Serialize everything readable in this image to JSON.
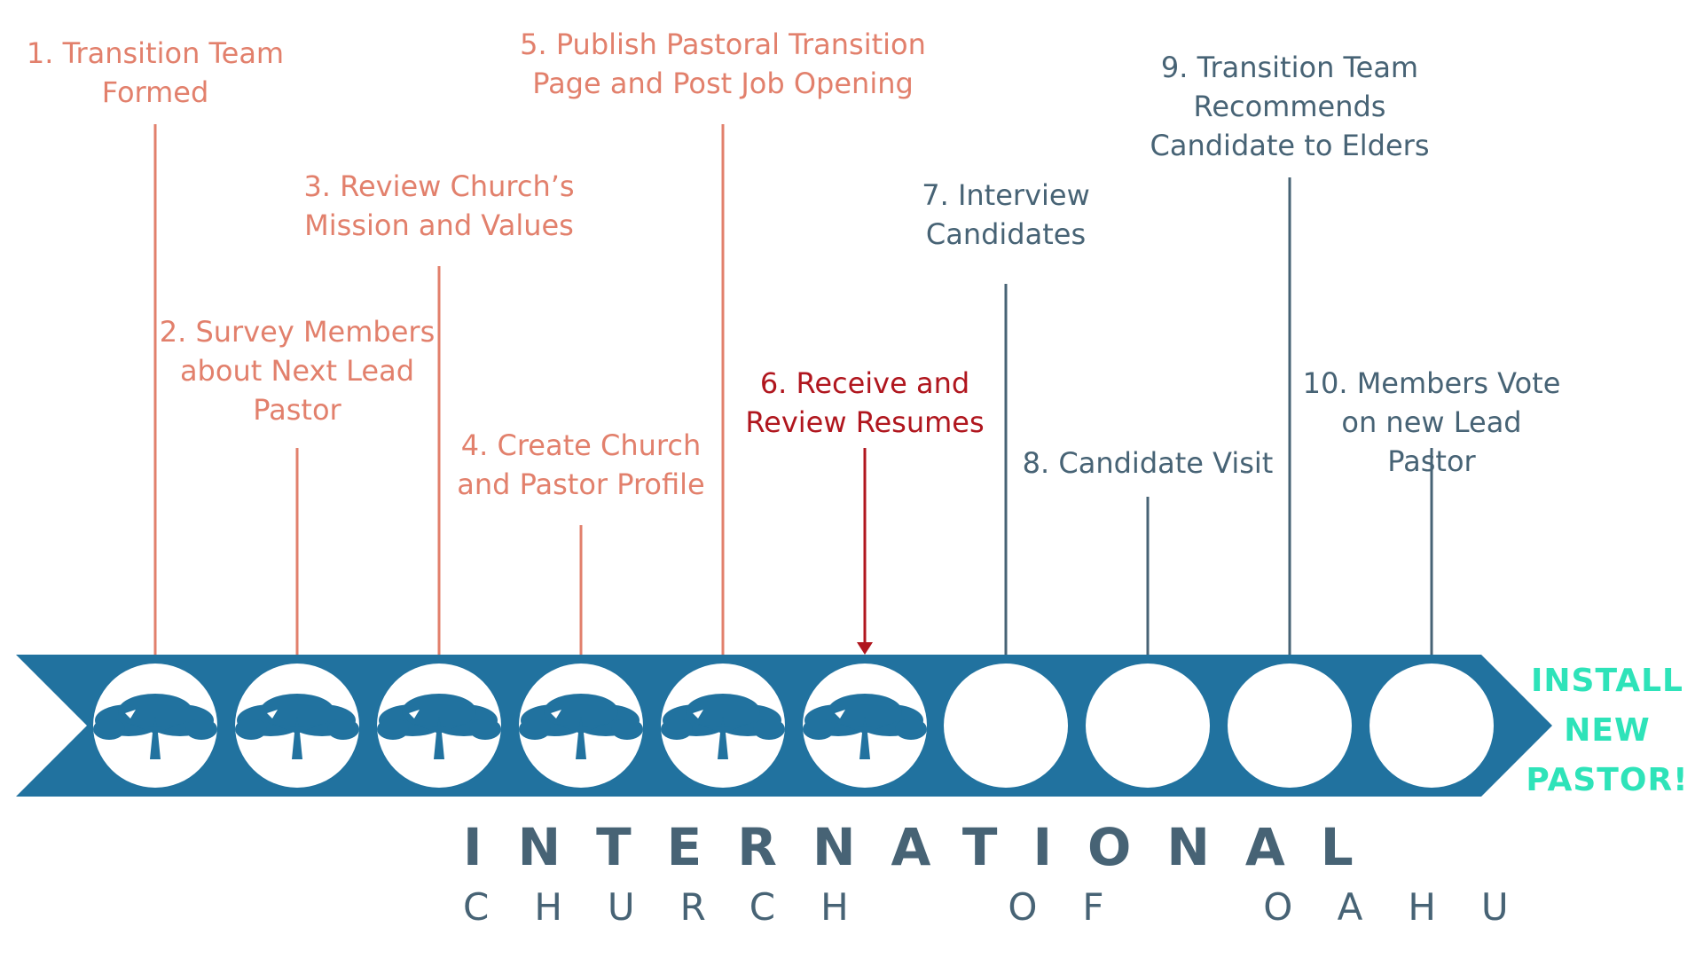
{
  "steps": [
    {
      "label": "1. Transition Team\nFormed",
      "status": "done"
    },
    {
      "label": "2. Survey Members\nabout Next Lead\nPastor",
      "status": "done"
    },
    {
      "label": "3. Review Church’s\nMission and Values",
      "status": "done"
    },
    {
      "label": "4. Create Church\nand Pastor Profile",
      "status": "done"
    },
    {
      "label": "5. Publish Pastoral Transition\nPage and Post Job Opening",
      "status": "done"
    },
    {
      "label": "6. Receive and\nReview Resumes",
      "status": "current"
    },
    {
      "label": "7. Interview\nCandidates",
      "status": "todo"
    },
    {
      "label": "8. Candidate Visit",
      "status": "todo"
    },
    {
      "label": "9. Transition Team\nRecommends\nCandidate to Elders",
      "status": "todo"
    },
    {
      "label": "10. Members Vote\non new Lead Pastor",
      "status": "todo"
    }
  ],
  "final_step": "INSTALL\nNEW\nPASTOR!",
  "logo": {
    "line1": "INTERNATIONAL",
    "line2": "CHURCH  OF  OAHU"
  },
  "colors": {
    "done": "#e2806c",
    "current": "#b0161e",
    "todo": "#476375",
    "arrow": "#21729f",
    "final": "#2ee3b9"
  },
  "icons": {
    "completed_marker": "banyan-tree-icon",
    "pending_marker": "empty-circle-icon"
  }
}
